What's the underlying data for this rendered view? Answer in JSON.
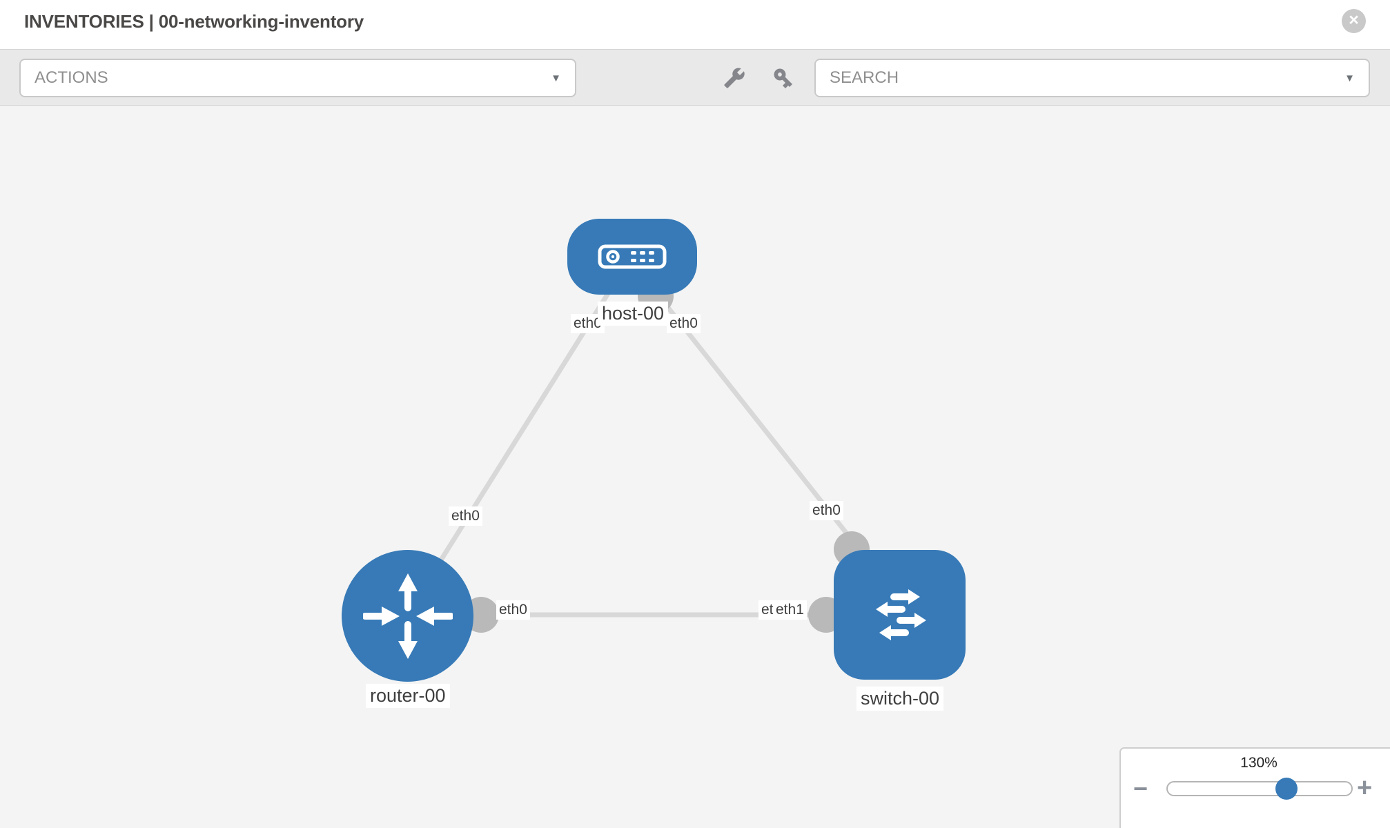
{
  "header": {
    "title": "INVENTORIES | 00-networking-inventory"
  },
  "icons": {
    "close_glyph": "×",
    "caret_glyph": "▼",
    "zoom_out_glyph": "−",
    "zoom_in_glyph": "+",
    "toolbar_icons": [
      "wrench-icon",
      "key-icon"
    ]
  },
  "toolbar": {
    "actions_placeholder": "ACTIONS",
    "search_placeholder": "SEARCH"
  },
  "diagram": {
    "nodes": [
      {
        "id": "host-00",
        "type": "host",
        "label": "host-00"
      },
      {
        "id": "router-00",
        "type": "router",
        "label": "router-00"
      },
      {
        "id": "switch-00",
        "type": "switch",
        "label": "switch-00"
      }
    ],
    "links": [
      {
        "from": "host-00",
        "from_if": "eth0",
        "to": "router-00",
        "to_if": "eth0"
      },
      {
        "from": "host-00",
        "from_if": "eth0",
        "to": "switch-00",
        "to_if": "eth0"
      },
      {
        "from": "router-00",
        "from_if": "eth0",
        "to": "switch-00",
        "to_if": "eth1",
        "to_if_overlapped": "eth1"
      }
    ]
  },
  "zoom_control": {
    "level": "130%"
  },
  "colors": {
    "node_blue": "#377ab7",
    "link_gray": "#d8d8d8",
    "port_gray": "#b9b9b9",
    "toolbar_bg": "#e9e9e9",
    "canvas_bg": "#f4f4f4"
  }
}
